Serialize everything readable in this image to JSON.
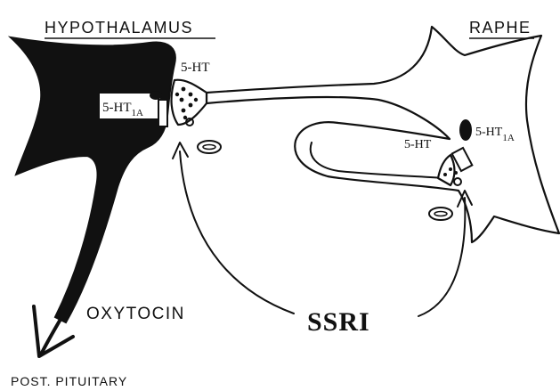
{
  "labels": {
    "hypothalamus": "HYPOTHALAMUS",
    "raphe": "RAPHE",
    "ht_hypo": "5-HT",
    "ht_raphe": "5-HT",
    "receptor_hypo_base": "5-HT",
    "receptor_hypo_sub": "1A",
    "receptor_raphe_base": "5-HT",
    "receptor_raphe_sub": "1A",
    "oxytocin": "OXYTOCIN",
    "ssri": "SSRI",
    "post_pituitary": "POST. PITUITARY"
  },
  "colors": {
    "ink": "#111111",
    "background": "#ffffff"
  }
}
